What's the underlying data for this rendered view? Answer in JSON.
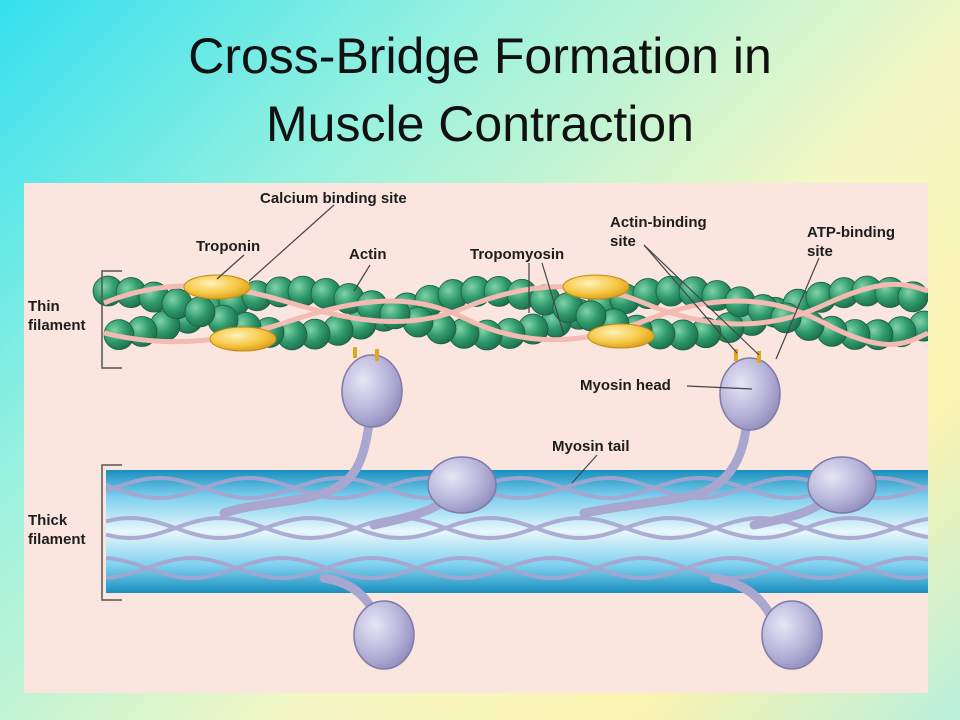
{
  "slide": {
    "title_line1": "Cross-Bridge Formation in",
    "title_line2": "Muscle Contraction"
  },
  "labels": {
    "calcium_binding_site": "Calcium binding site",
    "troponin": "Troponin",
    "actin": "Actin",
    "tropomyosin": "Tropomyosin",
    "actin_binding_site_line1": "Actin-binding",
    "actin_binding_site_line2": "site",
    "atp_binding_site_line1": "ATP-binding",
    "atp_binding_site_line2": "site",
    "thin_filament_line1": "Thin",
    "thin_filament_line2": "filament",
    "myosin_head": "Myosin head",
    "myosin_tail": "Myosin tail",
    "thick_filament_line1": "Thick",
    "thick_filament_line2": "filament"
  },
  "colors": {
    "panel_background": "#fbe6df",
    "actin_bead": "#2f9a6b",
    "tropomyosin": "#f2b7b0",
    "troponin": "#f4c23a",
    "myosin": "#b9b6dc",
    "thick_filament": "#1fa3cf"
  }
}
